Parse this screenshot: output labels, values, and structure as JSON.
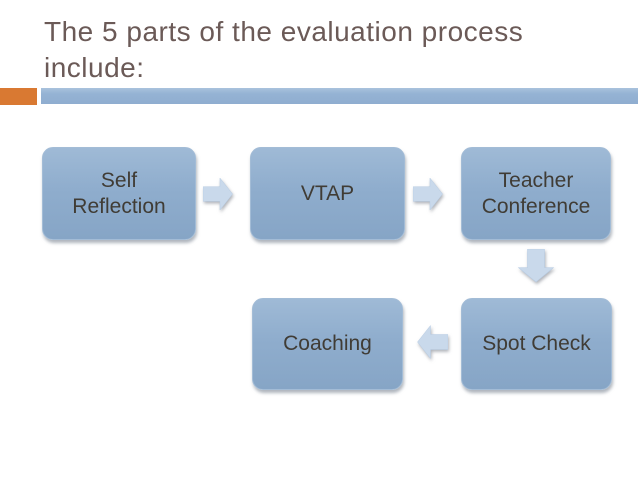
{
  "slide": {
    "title": "The 5 parts of the evaluation process include:",
    "colors": {
      "background": "#ffffff",
      "title_text": "#6b5a57",
      "accent_orange": "#d97932",
      "accent_blue": "#95b3d4",
      "box_fill": "#8fadcd",
      "box_text": "#403c35",
      "arrow_fill": "#c9d9eb"
    }
  },
  "diagram": {
    "nodes": [
      {
        "id": "self-reflection",
        "label": "Self Reflection"
      },
      {
        "id": "vtap",
        "label": "VTAP"
      },
      {
        "id": "teacher-conference",
        "label": "Teacher Conference"
      },
      {
        "id": "coaching",
        "label": "Coaching"
      },
      {
        "id": "spot-check",
        "label": "Spot Check"
      }
    ],
    "arrows": [
      {
        "id": "arrow-1",
        "direction": "right",
        "from": "Self Reflection",
        "to": "VTAP"
      },
      {
        "id": "arrow-2",
        "direction": "right",
        "from": "VTAP",
        "to": "Teacher Conference"
      },
      {
        "id": "arrow-3",
        "direction": "down",
        "from": "Teacher Conference",
        "to": "Spot Check"
      },
      {
        "id": "arrow-4",
        "direction": "left",
        "from": "Spot Check",
        "to": "Coaching"
      }
    ]
  }
}
